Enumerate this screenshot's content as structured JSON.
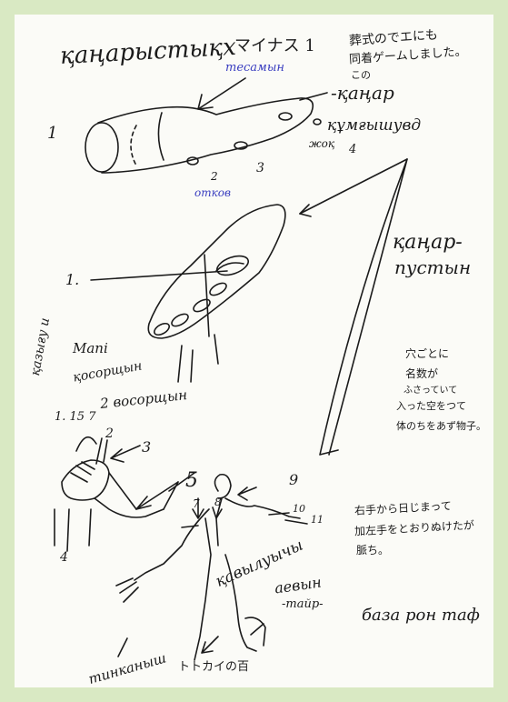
{
  "title": "қаңарыстықх",
  "minus1": {
    "text": "マイナス 1",
    "blue": "тесамын"
  },
  "top_note": [
    "葬式のでエにも",
    "同着ゲームしました。",
    "この"
  ],
  "labels": {
    "kanar": "-қаңар",
    "kuygyshchuvd": "құмғышувд",
    "three_dots": "жоқ",
    "num_1a": "1",
    "num_2a": "2",
    "num_3a": "3",
    "num_4a": "4",
    "blue_ochkov": "отков",
    "kanar_pushchi": [
      "қаңар-",
      "пустын"
    ],
    "num_1b": "1.",
    "num_2b": "2",
    "num_3b": "3",
    "num_4b": "4",
    "num_5": "5",
    "num_7": "7",
    "num_8": "8",
    "num_9": "9",
    "num_10": "10",
    "num_11": "11",
    "lefthand": [
      "Mani",
      "қазығу  и",
      "қосорщын",
      "1.  15  7",
      "2 восорщын"
    ],
    "jp_middle": [
      "穴ごとに",
      "名数が",
      "ふさっていて",
      "入った空をつて",
      "体のちをあず物子。"
    ],
    "jp_lower": [
      "右手から日じまって",
      "加左手をとおりぬけたが",
      "脈ち。"
    ],
    "kasvlyuchy": "қавылуычы",
    "aldyly": [
      "аевын",
      "-тайр-"
    ],
    "tinkalyn": "тинканыш",
    "tokay": "トトカイの百",
    "bottom_right": "база рон таф"
  }
}
